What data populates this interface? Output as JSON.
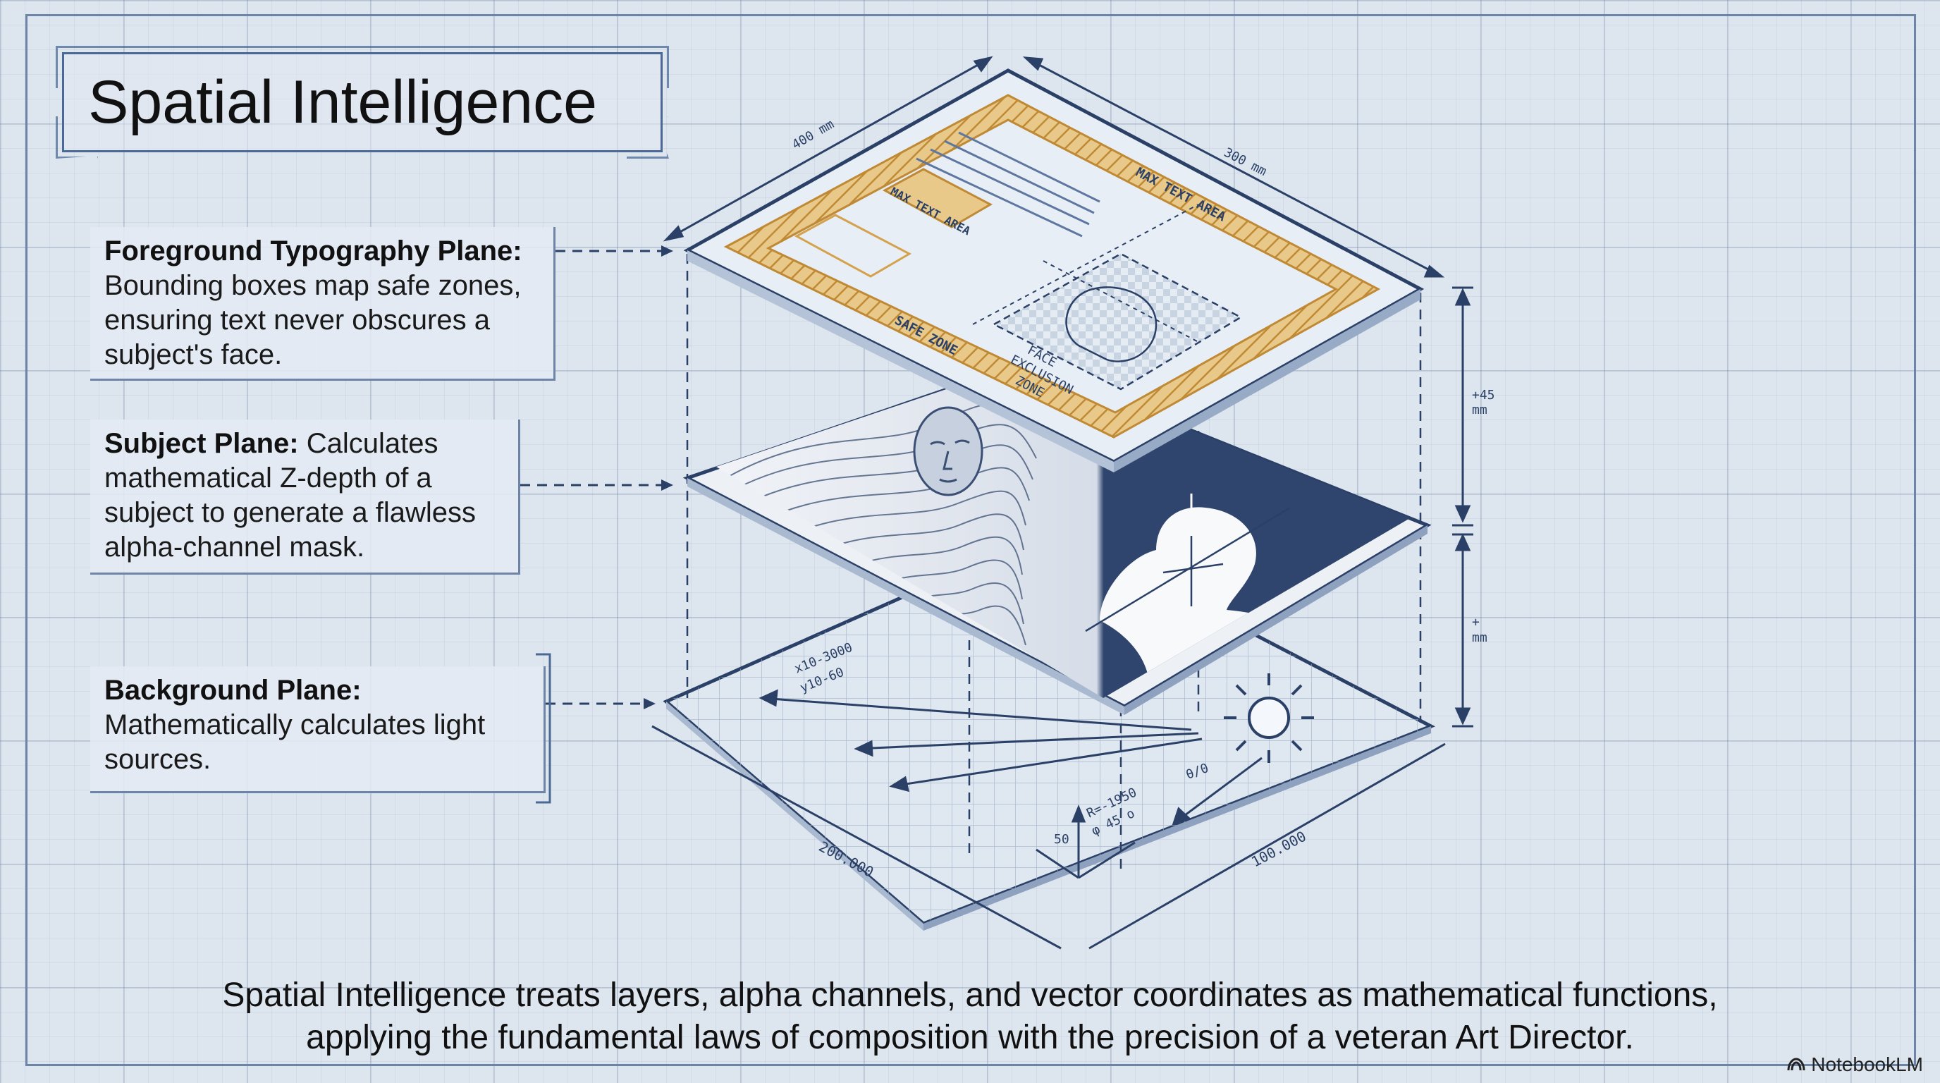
{
  "title": "Spatial Intelligence",
  "callouts": {
    "foreground": {
      "heading": "Foreground Typography Plane:",
      "body": "Bounding boxes map safe zones, ensuring text never obscures a subject's face."
    },
    "subject": {
      "heading": "Subject Plane:",
      "body": "Calculates mathematical Z-depth of a subject to generate a flawless alpha-channel mask."
    },
    "background": {
      "heading": "Background Plane:",
      "body": "Mathematically calculates light sources."
    }
  },
  "diagram_labels": {
    "top_width": "400 mm",
    "top_depth": "300 mm",
    "text_area_main": "MAX TEXT AREA",
    "text_area_small": "MAX TEXT AREA",
    "safe_zone": "SAFE ZONE",
    "face_zone_1": "FACE",
    "face_zone_2": "EXCLUSION",
    "face_zone_3": "ZONE",
    "height_upper_1": "+45",
    "height_upper_2": "mm",
    "height_lower_1": "+",
    "height_lower_2": "mm",
    "bg_width": "200.000",
    "bg_depth": "100.000",
    "angle_1": "θ/0",
    "coord_1": "x10-3000",
    "coord_2": "y10-60",
    "vec_1": "R=-1950",
    "vec_2": "φ 45 o",
    "vec_3": "50"
  },
  "caption": {
    "line1": "Spatial Intelligence treats layers, alpha channels, and vector coordinates as mathematical functions,",
    "line2": "applying the fundamental laws of composition with the precision of a veteran Art Director."
  },
  "watermark": "NotebookLM",
  "colors": {
    "background": "#dde5ee",
    "line": "#2a4066",
    "accent_orange": "#d4a24c",
    "mask_dark": "#2f456d"
  }
}
